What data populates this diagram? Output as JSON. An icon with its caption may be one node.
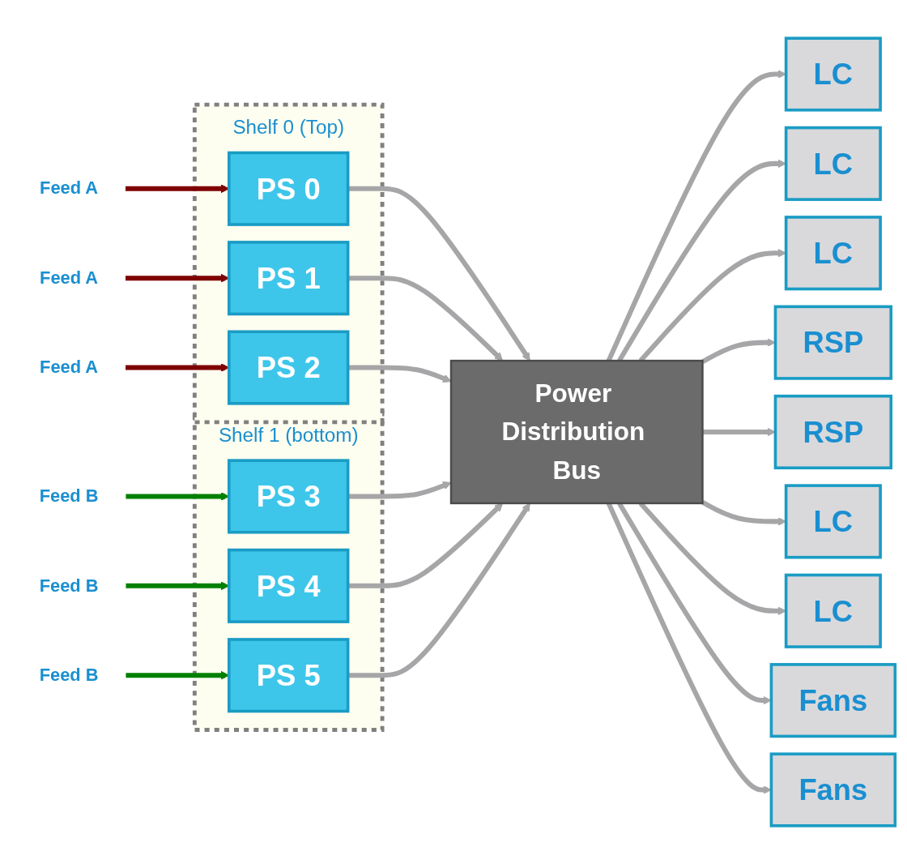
{
  "diagram": {
    "nodes": [
      {
        "text": [
          "Shelf 0  (Top)"
        ]
      },
      {
        "text": [
          "PS 0"
        ],
        "in": 0
      },
      {
        "text": [
          "PS 1"
        ],
        "in": 0
      },
      {
        "text": [
          "PS 2"
        ],
        "in": 0
      },
      {
        "text": [
          "Shelf 1 (bottom)"
        ]
      },
      {
        "text": [
          "PS 3"
        ],
        "in": 4
      },
      {
        "text": [
          "PS 4"
        ],
        "in": 4
      },
      {
        "text": [
          "PS 5"
        ],
        "in": 4
      },
      {
        "text": [
          "Feed A"
        ]
      },
      {
        "text": [
          "Feed A"
        ]
      },
      {
        "text": [
          "Feed A"
        ]
      },
      {
        "text": [
          "Feed B"
        ]
      },
      {
        "text": [
          "Feed B"
        ]
      },
      {
        "text": [
          "Feed B"
        ]
      },
      {
        "text": [
          "Power Distribution Bus"
        ]
      },
      {
        "text": [
          "LC"
        ]
      },
      {
        "text": [
          "LC"
        ]
      },
      {
        "text": [
          "LC"
        ]
      },
      {
        "text": [
          "RSP"
        ]
      },
      {
        "text": [
          "RSP"
        ]
      },
      {
        "text": [
          "LC"
        ]
      },
      {
        "text": [
          "LC"
        ]
      },
      {
        "text": [
          "Fans"
        ]
      },
      {
        "text": [
          "Fans"
        ]
      }
    ],
    "edges": [
      {
        "from": 8,
        "to": 1,
        "arrow": "to",
        "color": "#7f0000"
      },
      {
        "from": 9,
        "to": 2,
        "arrow": "to",
        "color": "#7f0000"
      },
      {
        "from": 10,
        "to": 3,
        "arrow": "to",
        "color": "#7f0000"
      },
      {
        "from": 11,
        "to": 5,
        "arrow": "to",
        "color": "#008000"
      },
      {
        "from": 12,
        "to": 6,
        "arrow": "to",
        "color": "#008000"
      },
      {
        "from": 13,
        "to": 7,
        "arrow": "to",
        "color": "#008000"
      },
      {
        "from": 1,
        "to": 14,
        "arrow": "to"
      },
      {
        "from": 2,
        "to": 14,
        "arrow": "to"
      },
      {
        "from": 3,
        "to": 14,
        "arrow": "to"
      },
      {
        "from": 5,
        "to": 14,
        "arrow": "to"
      },
      {
        "from": 6,
        "to": 14,
        "arrow": "to"
      },
      {
        "from": 7,
        "to": 14,
        "arrow": "to"
      },
      {
        "from": 14,
        "to": 15,
        "arrow": "to"
      },
      {
        "from": 14,
        "to": 16,
        "arrow": "to"
      },
      {
        "from": 14,
        "to": 17,
        "arrow": "to"
      },
      {
        "from": 14,
        "to": 18,
        "arrow": "to"
      },
      {
        "from": 14,
        "to": 19,
        "arrow": "to"
      },
      {
        "from": 14,
        "to": 20,
        "arrow": "to"
      },
      {
        "from": 14,
        "to": 21,
        "arrow": "to"
      },
      {
        "from": 14,
        "to": 22,
        "arrow": "to"
      },
      {
        "from": 14,
        "to": 23,
        "arrow": "to"
      }
    ]
  }
}
